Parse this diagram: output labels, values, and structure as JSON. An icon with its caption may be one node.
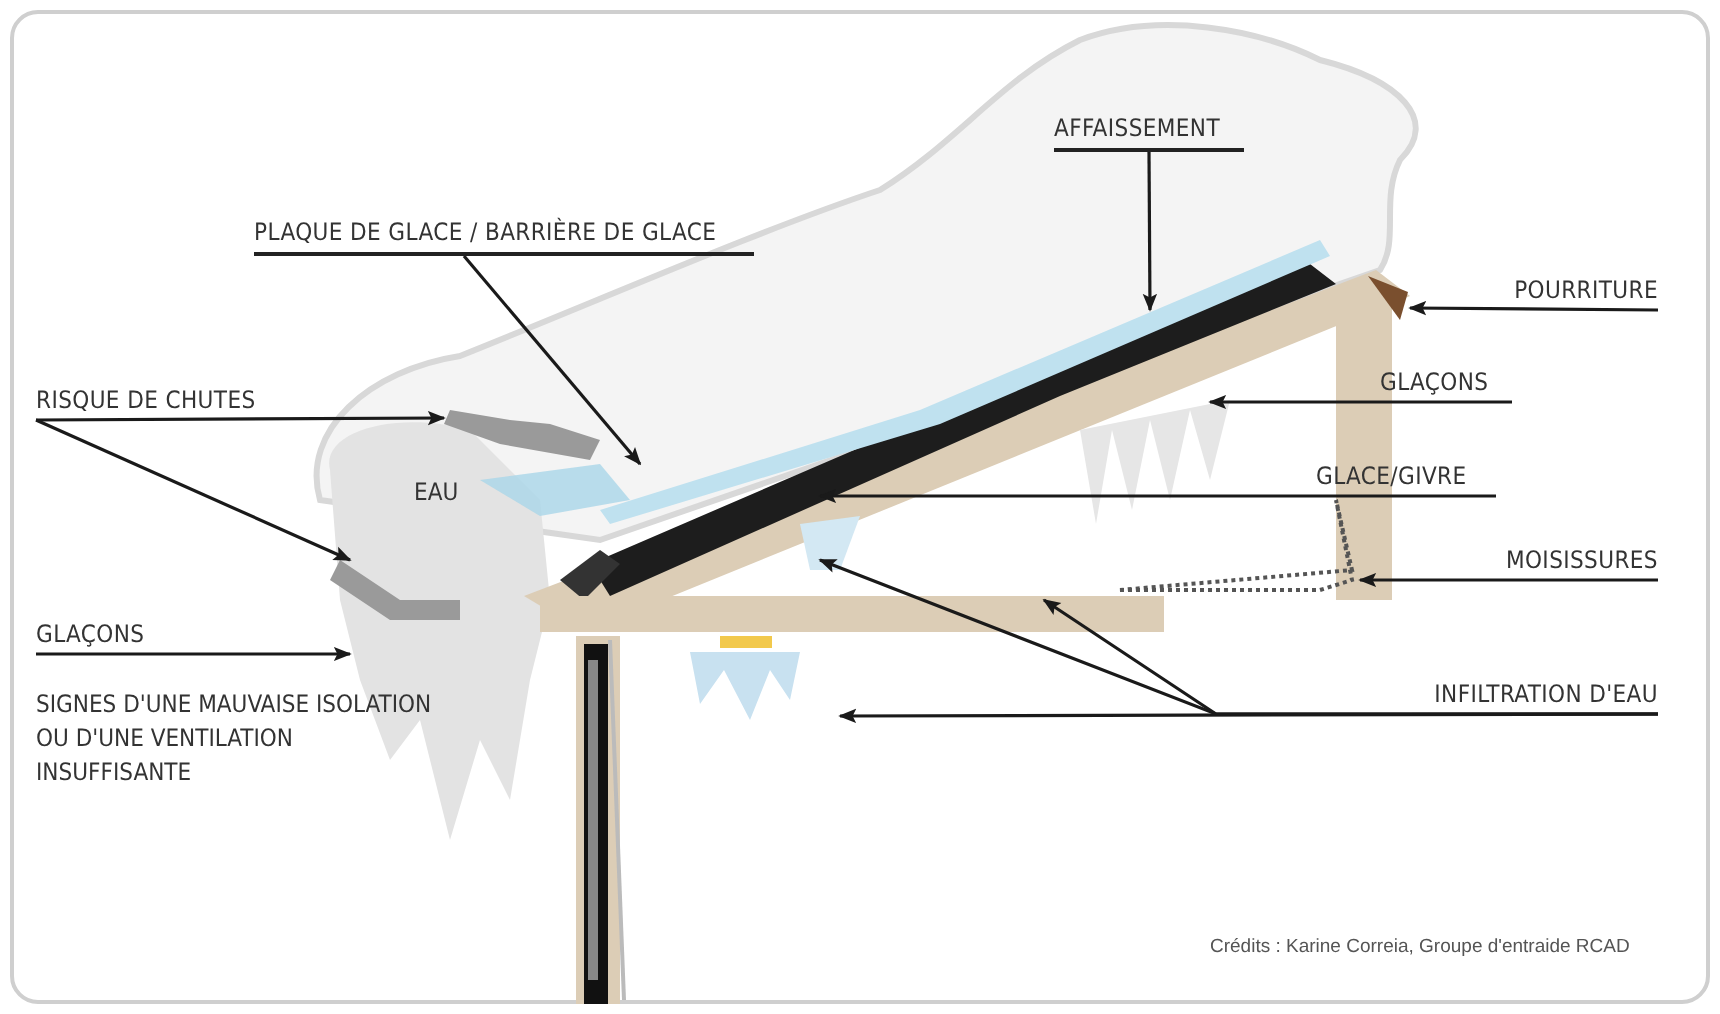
{
  "diagram": {
    "nodes": [
      {
        "text": [
          "PLAQUE DE GLACE / BARRIÈRE DE GLACE"
        ]
      },
      {
        "text": [
          "AFFAISSEMENT"
        ]
      },
      {
        "text": [
          "POURRITURE"
        ]
      },
      {
        "text": [
          "GLAÇONS"
        ]
      },
      {
        "text": [
          "GLACE/GIVRE"
        ]
      },
      {
        "text": [
          "MOISISSURES"
        ]
      },
      {
        "text": [
          "INFILTRATION D'EAU"
        ]
      },
      {
        "text": [
          "RISQUE DE CHUTES"
        ]
      },
      {
        "text": [
          "GLAÇONS"
        ]
      },
      {
        "text": [],
        "shape": "picture"
      }
    ],
    "edges": [
      {
        "from": 0,
        "to": null,
        "arrow": "to"
      },
      {
        "from": 1,
        "to": null,
        "arrow": "to"
      },
      {
        "from": 2,
        "to": 9,
        "arrow": "to"
      },
      {
        "from": 3,
        "to": null,
        "arrow": "to"
      },
      {
        "from": 4,
        "to": null,
        "arrow": "to"
      },
      {
        "from": 5,
        "to": null,
        "arrow": "to"
      },
      {
        "from": 6,
        "to": null,
        "arrow": "to"
      },
      {
        "from": 6,
        "to": null,
        "arrow": "to"
      },
      {
        "from": 6,
        "to": null,
        "arrow": "to"
      },
      {
        "from": 7,
        "to": null,
        "arrow": "to"
      },
      {
        "from": 7,
        "to": null,
        "arrow": "to"
      },
      {
        "from": 8,
        "to": null,
        "arrow": "to"
      }
    ],
    "labels": [
      "EAU",
      "SIGNES D'UNE MAUVAISE ISOLATION OU D'UNE VENTILATION INSUFFISANTE",
      "Crédits : Karine Correia, Groupe d'entraide RCAD"
    ]
  }
}
